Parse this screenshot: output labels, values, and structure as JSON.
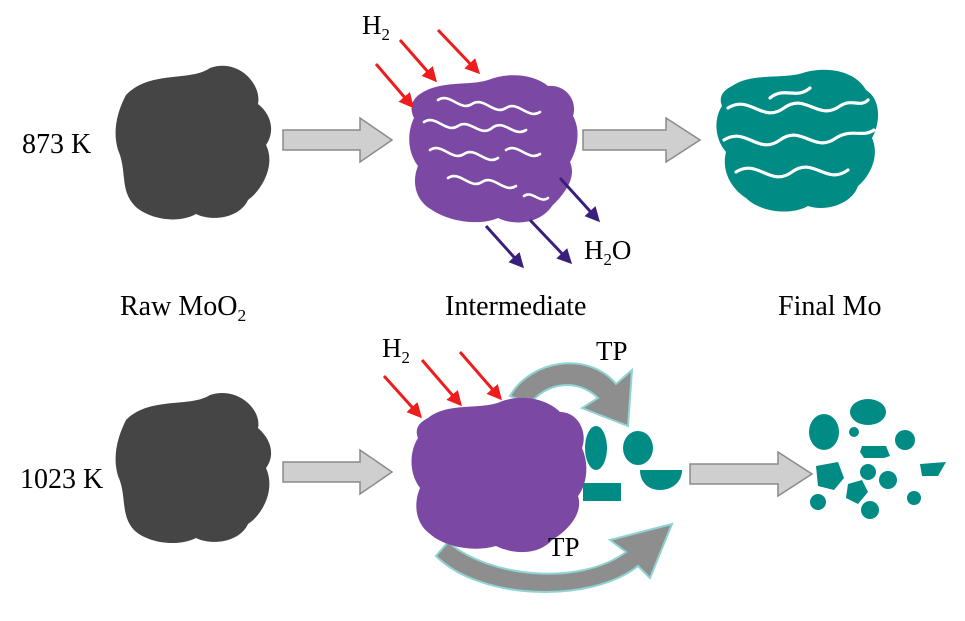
{
  "temperatures": {
    "top": "873 K",
    "bottom": "1023 K"
  },
  "stage_labels": {
    "raw_main": "Raw MoO",
    "raw_sub": "2",
    "intermediate": "Intermediate",
    "final": "Final Mo"
  },
  "h2": {
    "main": "H",
    "sub": "2"
  },
  "h2o": {
    "h": "H",
    "sub": "2",
    "o": "O"
  },
  "tp": "TP",
  "colors": {
    "raw_particle": "#454545",
    "intermediate": "#7b49a3",
    "final_mo": "#008b85",
    "process_arrow_fill": "#cfcfcf",
    "process_arrow_stroke": "#8a8a8a",
    "h2_arrow": "#ee1c1c",
    "h2o_arrow": "#3b1f7d",
    "tp_arrow": "#8e8e8e",
    "tp_arrow_outline": "#8fd3d3"
  },
  "icons": [
    "raw-mo2-particle-icon",
    "intermediate-particle-icon",
    "final-mo-particle-icon",
    "process-arrow-icon",
    "h2-arrow-icon",
    "h2o-arrow-icon",
    "tp-arrow-icon",
    "mo-fragment-icon"
  ]
}
